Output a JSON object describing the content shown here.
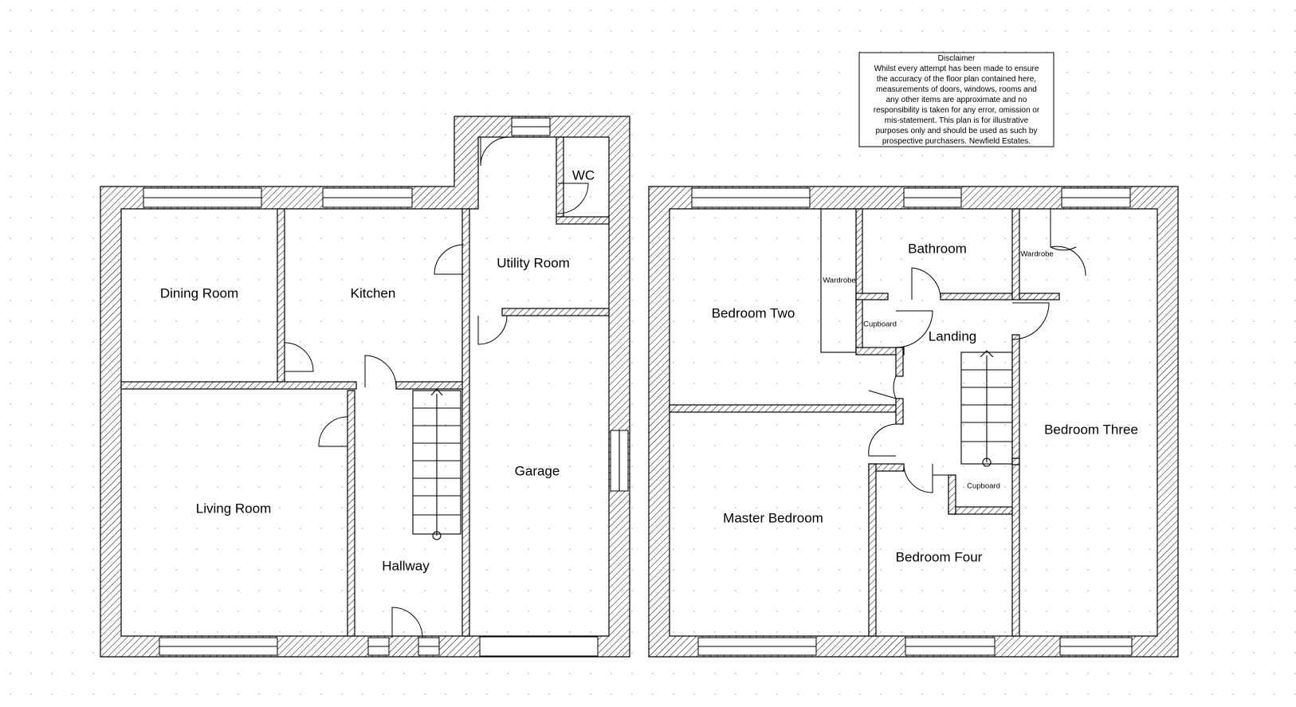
{
  "ground_floor": {
    "rooms": {
      "dining_room": "Dining Room",
      "kitchen": "Kitchen",
      "utility_room": "Utility Room",
      "wc": "WC",
      "living_room": "Living Room",
      "hallway": "Hallway",
      "garage": "Garage"
    }
  },
  "first_floor": {
    "rooms": {
      "bedroom_two": "Bedroom Two",
      "bathroom": "Bathroom",
      "landing": "Landing",
      "bedroom_three": "Bedroom Three",
      "master_bedroom": "Master Bedroom",
      "bedroom_four": "Bedroom Four"
    },
    "fittings": {
      "wardrobe_left": "Wardrobe",
      "wardrobe_right": "Wardrobe",
      "cupboard_upper": "Cupboard",
      "cupboard_lower": "Cupboard"
    }
  },
  "disclaimer": {
    "title": "Disclaimer",
    "lines": [
      "Whilst every attempt has been made to ensure",
      "the accuracy of the floor plan contained here,",
      "measurements of doors, windows, rooms and",
      "any other items are approximate and no",
      "responsibility is taken for any error, omission or",
      "mis-statement. This plan is for illustrative",
      "purposes only and should be used as such by",
      "prospective purchasers. Newfield Estates."
    ]
  },
  "colors": {
    "line": "#000000",
    "background": "#ffffff",
    "grid_dot": "#bfbfbf"
  }
}
